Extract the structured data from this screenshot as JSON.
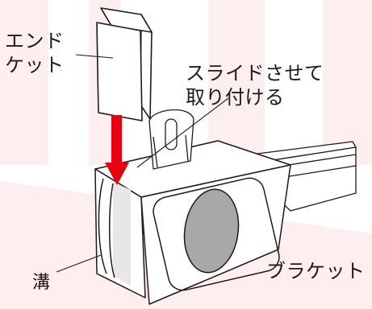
{
  "labels": {
    "end_cap": [
      "エンド",
      "ケット"
    ],
    "slide_instruction": [
      "スライドさせて",
      "取り付ける"
    ],
    "groove": "溝",
    "bracket": "ブラケット"
  },
  "colors": {
    "background_stripe": "#fdeef0",
    "arrow": "#e60012",
    "line": "#231815",
    "hole_fill": "#a8a8a8",
    "part_fill": "#ffffff",
    "groove_shade": "#e8e6e6"
  },
  "icons": [
    "down-arrow-icon"
  ]
}
